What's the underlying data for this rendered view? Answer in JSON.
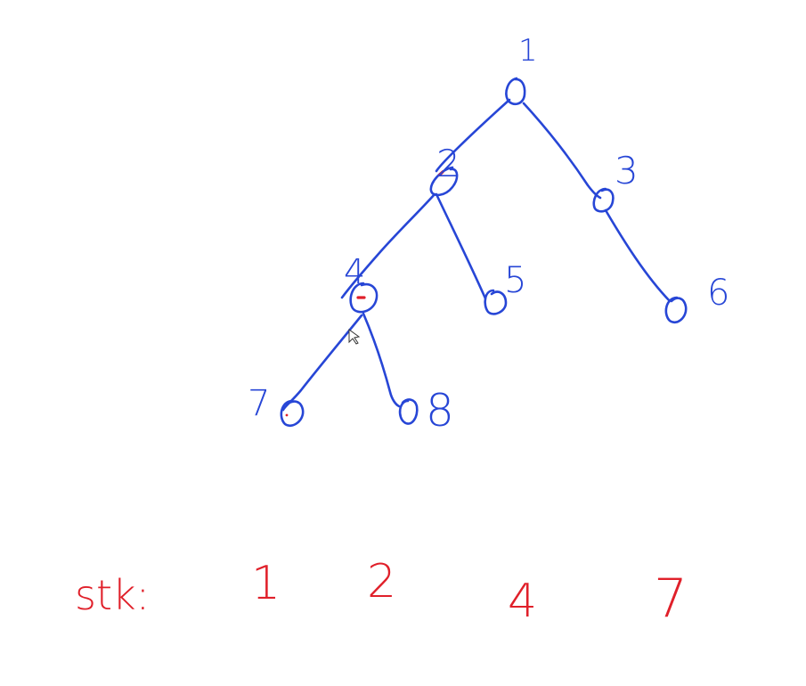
{
  "tree": {
    "nodes": [
      {
        "id": "1",
        "label": "1"
      },
      {
        "id": "2",
        "label": "2"
      },
      {
        "id": "3",
        "label": "3"
      },
      {
        "id": "4",
        "label": "4"
      },
      {
        "id": "5",
        "label": "5"
      },
      {
        "id": "6",
        "label": "6"
      },
      {
        "id": "7",
        "label": "7"
      },
      {
        "id": "8",
        "label": "8"
      }
    ],
    "edges": [
      [
        "1",
        "2"
      ],
      [
        "1",
        "3"
      ],
      [
        "2",
        "4"
      ],
      [
        "2",
        "5"
      ],
      [
        "3",
        "6"
      ],
      [
        "4",
        "7"
      ],
      [
        "4",
        "8"
      ]
    ]
  },
  "stack": {
    "label": "stk:",
    "items": [
      "1",
      "2",
      "4",
      "7"
    ]
  },
  "colors": {
    "tree_ink": "#2746d6",
    "stack_ink": "#e0202a",
    "background": "#ffffff"
  },
  "icons": {
    "cursor": "mouse-pointer-icon"
  }
}
